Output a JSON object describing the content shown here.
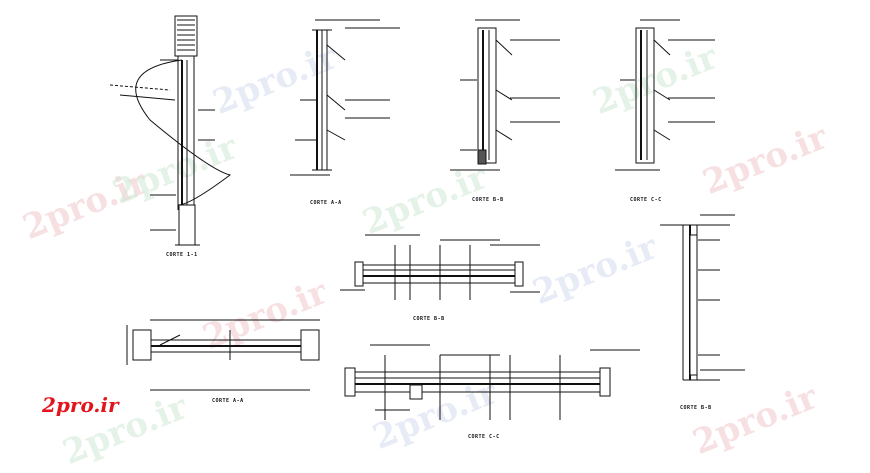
{
  "watermark": "2pro.ir",
  "logo": "2pro.ir",
  "drawing": {
    "labels": {
      "corte_11": "CORTE 1-1",
      "corte_aa": "CORTE A-A",
      "corte_bb_top": "CORTE B-B",
      "corte_cc_top": "CORTE C-C",
      "corte_bb_mid": "CORTE B-B",
      "corte_aa_bottom": "CORTE A-A",
      "corte_cc_bottom": "CORTE C-C",
      "corte_bb_right": "CORTE B-B"
    }
  },
  "colors": {
    "line": "#111111",
    "watermark_red": "#f2c8cc",
    "watermark_green": "#cfe8d4",
    "logo": "#e3151c"
  }
}
